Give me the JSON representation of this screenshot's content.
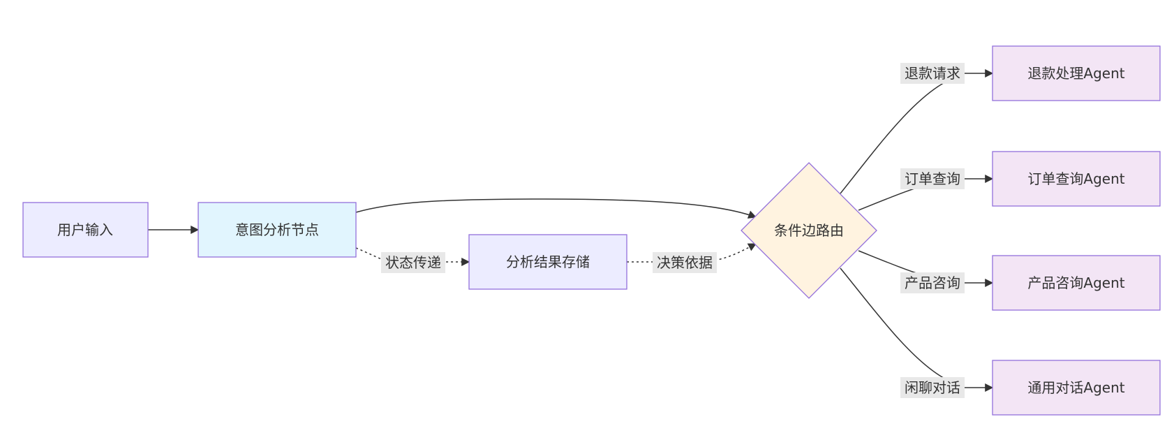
{
  "nodes": {
    "user_input": {
      "label": "用户输入"
    },
    "intent_analysis": {
      "label": "意图分析节点"
    },
    "result_store": {
      "label": "分析结果存储"
    },
    "conditional_router": {
      "label": "条件边路由"
    },
    "refund_agent": {
      "label": "退款处理Agent"
    },
    "order_agent": {
      "label": "订单查询Agent"
    },
    "product_agent": {
      "label": "产品咨询Agent"
    },
    "chat_agent": {
      "label": "通用对话Agent"
    }
  },
  "edge_labels": {
    "state_pass": "状态传递",
    "decision_basis": "决策依据",
    "refund_request": "退款请求",
    "order_query": "订单查询",
    "product_consult": "产品咨询",
    "casual_chat": "闲聊对话"
  },
  "colors": {
    "node_fill_lavender": "#ECECFF",
    "node_fill_cyan": "#E1F5FE",
    "node_fill_purple": "#F3E5F5",
    "node_fill_decision": "#FFF3E0",
    "node_stroke": "#9370DB",
    "edge": "#333333",
    "label_bg": "#E8E8E8"
  }
}
